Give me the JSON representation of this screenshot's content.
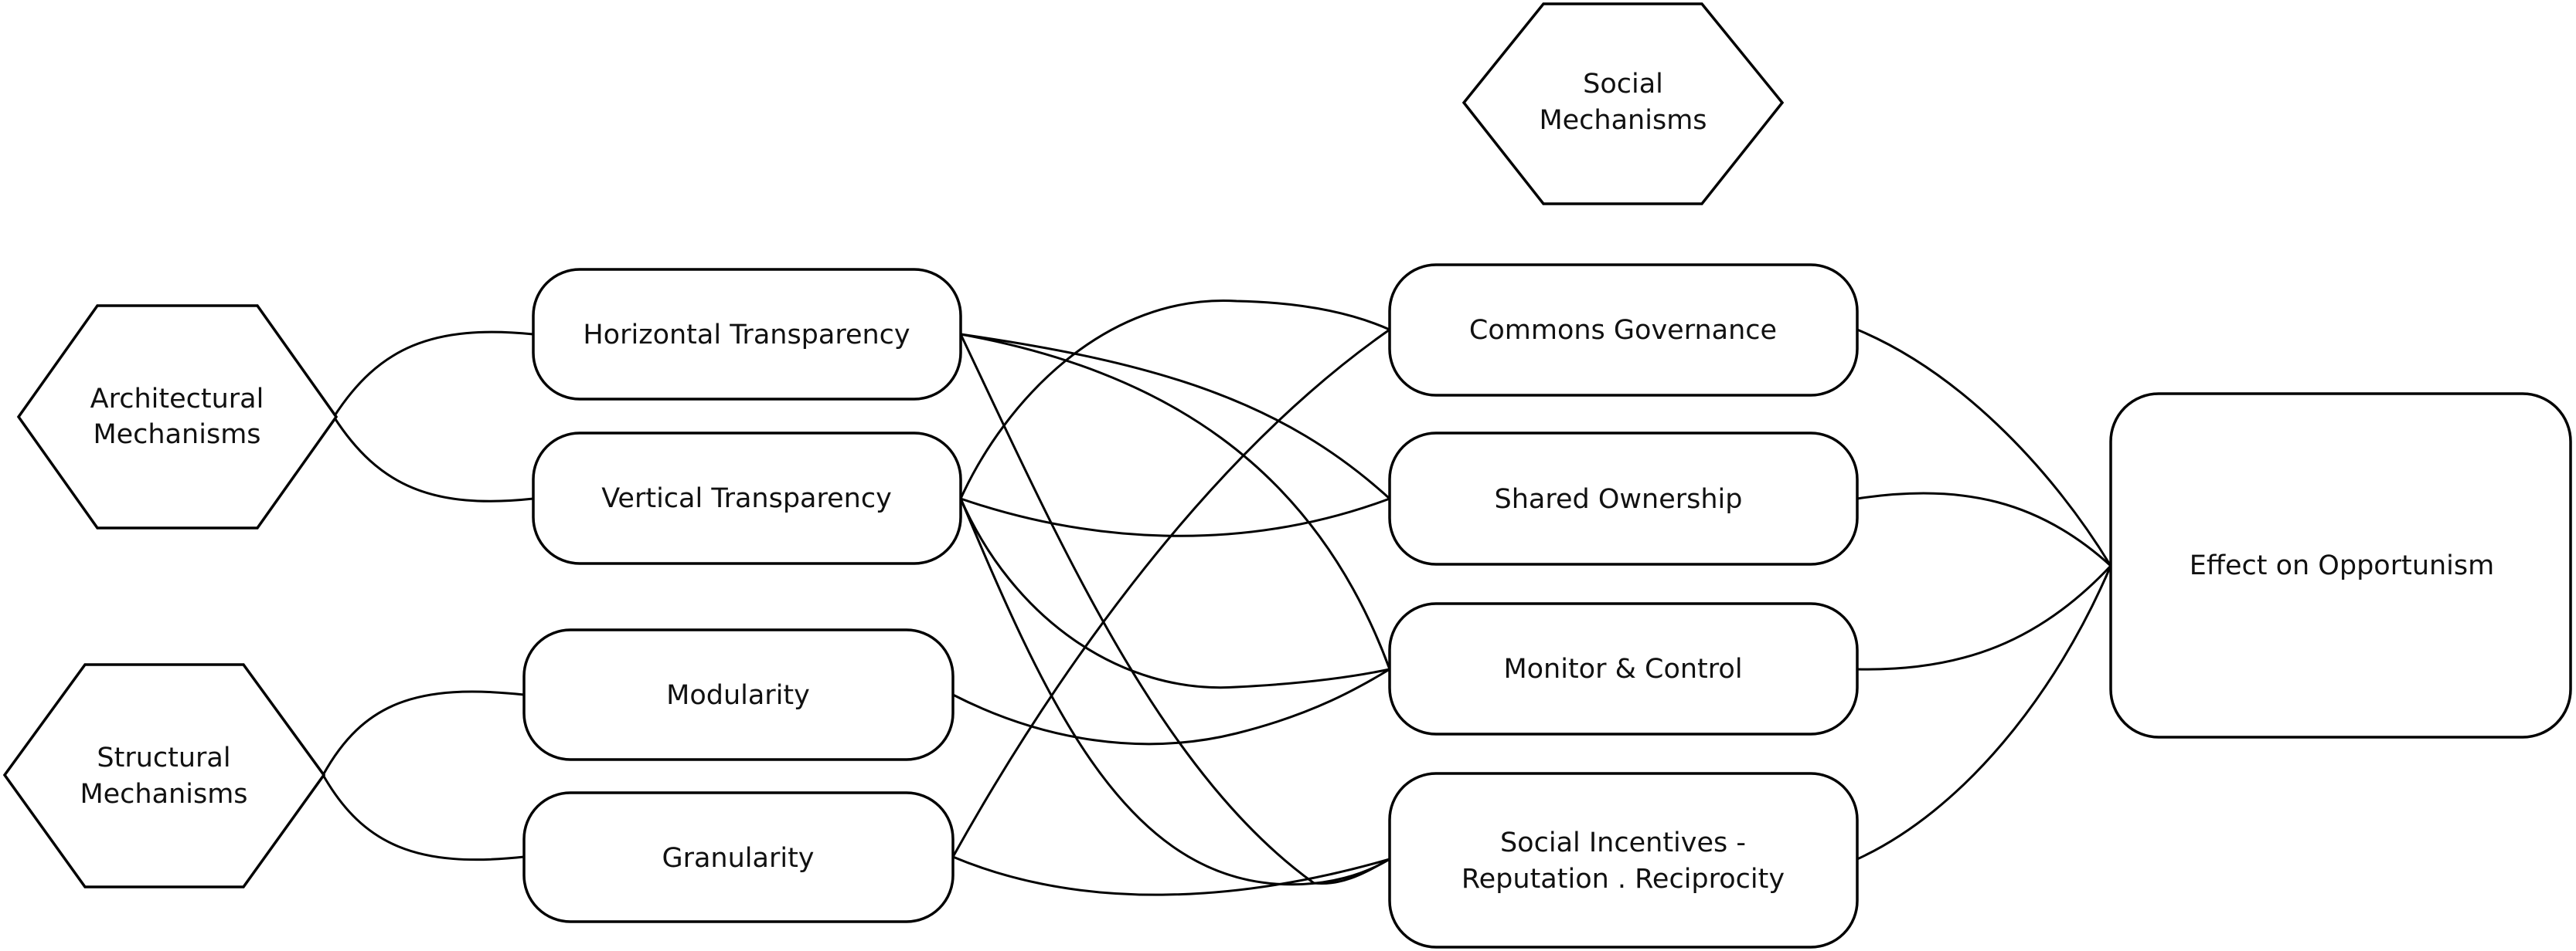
{
  "hexagons": {
    "social": {
      "line1": "Social",
      "line2": "Mechanisms"
    },
    "architectural": {
      "line1": "Architectural",
      "line2": "Mechanisms"
    },
    "structural": {
      "line1": "Structural",
      "line2": "Mechanisms"
    }
  },
  "nodes": {
    "horizontal_transparency": "Horizontal Transparency",
    "vertical_transparency": "Vertical Transparency",
    "modularity": "Modularity",
    "granularity": "Granularity",
    "commons_governance": "Commons Governance",
    "shared_ownership": "Shared Ownership",
    "monitor_control": "Monitor & Control",
    "social_incentives": {
      "line1": "Social Incentives -",
      "line2": "Reputation . Reciprocity"
    },
    "effect_on_opportunism": "Effect on Opportunism"
  },
  "edges": [
    {
      "from": "Architectural Mechanisms",
      "to": "Horizontal Transparency"
    },
    {
      "from": "Architectural Mechanisms",
      "to": "Vertical Transparency"
    },
    {
      "from": "Structural Mechanisms",
      "to": "Modularity"
    },
    {
      "from": "Structural Mechanisms",
      "to": "Granularity"
    },
    {
      "from": "Horizontal Transparency",
      "to": "Shared Ownership"
    },
    {
      "from": "Horizontal Transparency",
      "to": "Monitor & Control"
    },
    {
      "from": "Horizontal Transparency",
      "to": "Social Incentives - Reputation . Reciprocity"
    },
    {
      "from": "Vertical Transparency",
      "to": "Commons Governance"
    },
    {
      "from": "Vertical Transparency",
      "to": "Shared Ownership"
    },
    {
      "from": "Vertical Transparency",
      "to": "Monitor & Control"
    },
    {
      "from": "Vertical Transparency",
      "to": "Social Incentives - Reputation . Reciprocity"
    },
    {
      "from": "Modularity",
      "to": "Monitor & Control"
    },
    {
      "from": "Granularity",
      "to": "Commons Governance"
    },
    {
      "from": "Granularity",
      "to": "Social Incentives - Reputation . Reciprocity"
    },
    {
      "from": "Commons Governance",
      "to": "Effect on Opportunism"
    },
    {
      "from": "Shared Ownership",
      "to": "Effect on Opportunism"
    },
    {
      "from": "Monitor & Control",
      "to": "Effect on Opportunism"
    },
    {
      "from": "Social Incentives - Reputation . Reciprocity",
      "to": "Effect on Opportunism"
    }
  ]
}
